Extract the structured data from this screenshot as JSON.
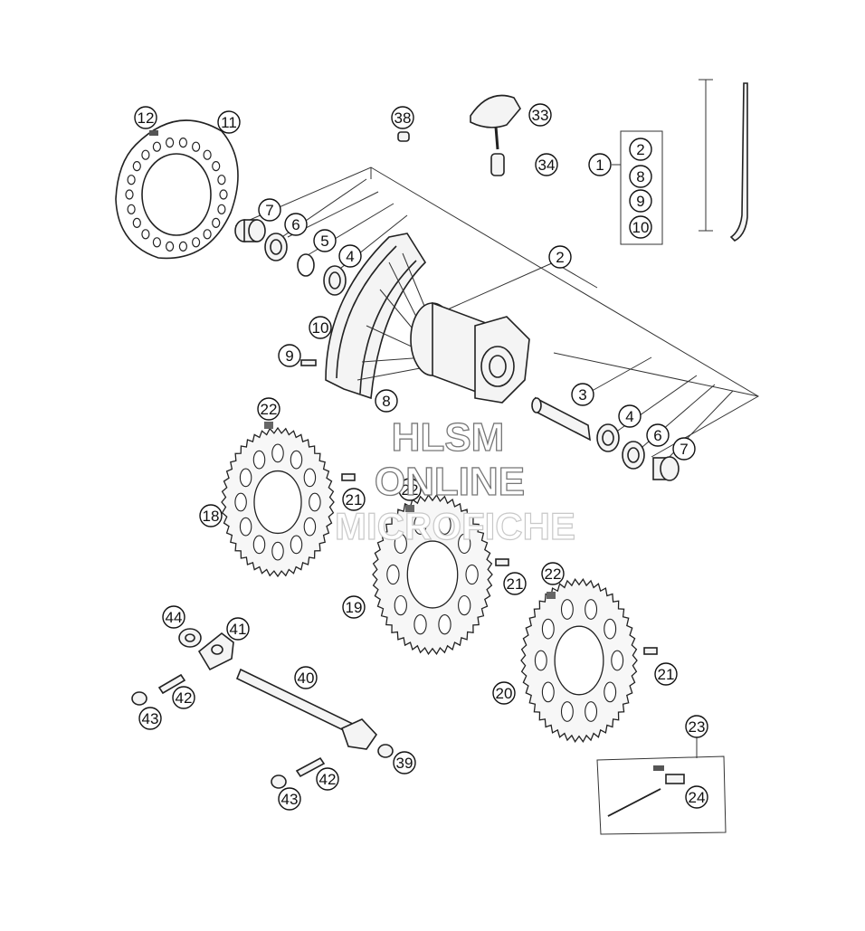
{
  "diagram": {
    "callouts": [
      {
        "id": "c12a",
        "label": "12"
      },
      {
        "id": "c11",
        "label": "11"
      },
      {
        "id": "c38",
        "label": "38"
      },
      {
        "id": "c33",
        "label": "33"
      },
      {
        "id": "c34",
        "label": "34"
      },
      {
        "id": "c1",
        "label": "1"
      },
      {
        "id": "c2a",
        "label": "2"
      },
      {
        "id": "c8a",
        "label": "8"
      },
      {
        "id": "c9a",
        "label": "9"
      },
      {
        "id": "c10a",
        "label": "10"
      },
      {
        "id": "c7a",
        "label": "7"
      },
      {
        "id": "c6a",
        "label": "6"
      },
      {
        "id": "c5",
        "label": "5"
      },
      {
        "id": "c4a",
        "label": "4"
      },
      {
        "id": "c2b",
        "label": "2"
      },
      {
        "id": "c10b",
        "label": "10"
      },
      {
        "id": "c9b",
        "label": "9"
      },
      {
        "id": "c8b",
        "label": "8"
      },
      {
        "id": "c3",
        "label": "3"
      },
      {
        "id": "c4b",
        "label": "4"
      },
      {
        "id": "c6b",
        "label": "6"
      },
      {
        "id": "c7b",
        "label": "7"
      },
      {
        "id": "c22a",
        "label": "22"
      },
      {
        "id": "c18",
        "label": "18"
      },
      {
        "id": "c21a",
        "label": "21"
      },
      {
        "id": "c22b",
        "label": "22"
      },
      {
        "id": "c19",
        "label": "19"
      },
      {
        "id": "c21b",
        "label": "21"
      },
      {
        "id": "c22c",
        "label": "22"
      },
      {
        "id": "c20",
        "label": "20"
      },
      {
        "id": "c21c",
        "label": "21"
      },
      {
        "id": "c44",
        "label": "44"
      },
      {
        "id": "c41",
        "label": "41"
      },
      {
        "id": "c40",
        "label": "40"
      },
      {
        "id": "c42a",
        "label": "42"
      },
      {
        "id": "c43a",
        "label": "43"
      },
      {
        "id": "c42b",
        "label": "42"
      },
      {
        "id": "c43b",
        "label": "43"
      },
      {
        "id": "c39",
        "label": "39"
      },
      {
        "id": "c23",
        "label": "23"
      },
      {
        "id": "c24",
        "label": "24"
      }
    ]
  },
  "watermark": {
    "line1": "HLSM",
    "line2": "ONLINE",
    "line3": "MICROFICHE"
  }
}
